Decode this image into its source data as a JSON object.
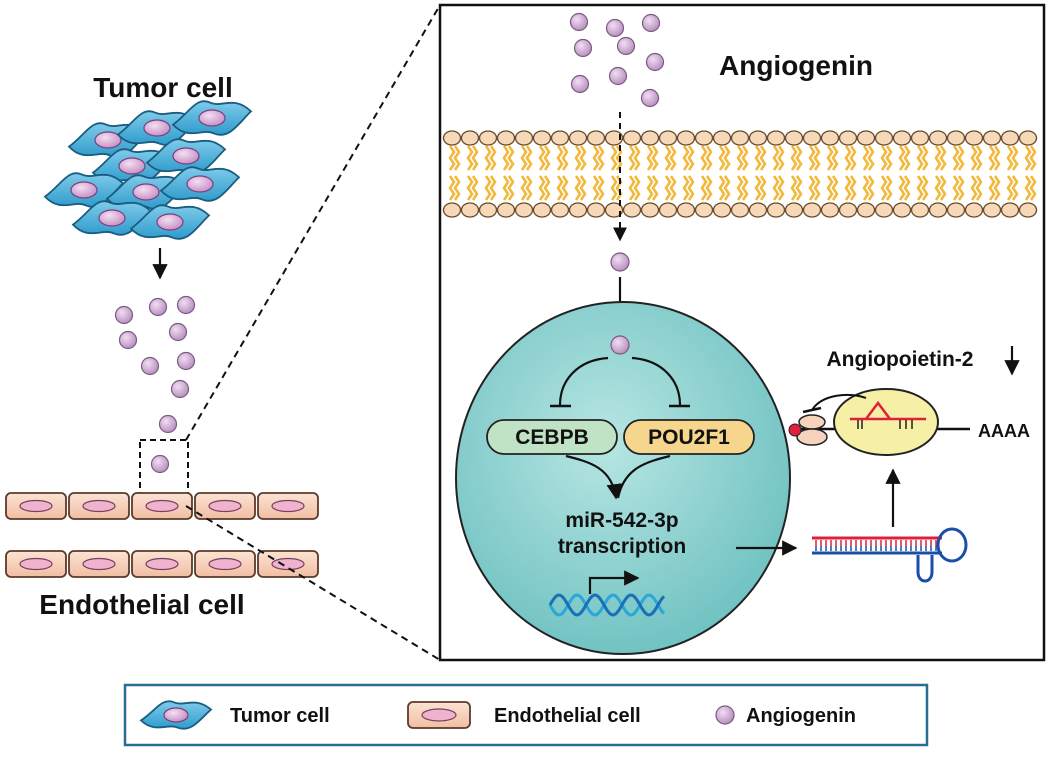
{
  "left_panel": {
    "tumor_label": "Tumor cell",
    "endothelial_label": "Endothelial cell"
  },
  "zoom_panel": {
    "ligand_label": "Angiogenin",
    "tf1_label": "CEBPB",
    "tf2_label": "POU2F1",
    "mirna_line1": "miR-542-3p",
    "mirna_line2": "transcription",
    "target_label": "Angiopoietin-2",
    "polya_label": "AAAA"
  },
  "legend": {
    "items": [
      {
        "label": "Tumor cell"
      },
      {
        "label": "Endothelial cell"
      },
      {
        "label": "Angiogenin"
      }
    ]
  },
  "colors": {
    "tumor_fill": "#4fb3d9",
    "nucleus_fill": "#d9a8d6",
    "angiogenin_fill": "#c9a3cf",
    "endo_fill": "#f7d2bc",
    "membrane_head": "#f6d9b8",
    "membrane_tail": "#f2b93b",
    "cell_nucleus_big": "#8fd0cf",
    "cebpb_fill": "#bfe3c4",
    "pou2f1_fill": "#f6d58d",
    "ribosome_fill": "#f5f0a6",
    "mrna_red": "#e0203a",
    "mrna_blue": "#1a4ea8"
  }
}
